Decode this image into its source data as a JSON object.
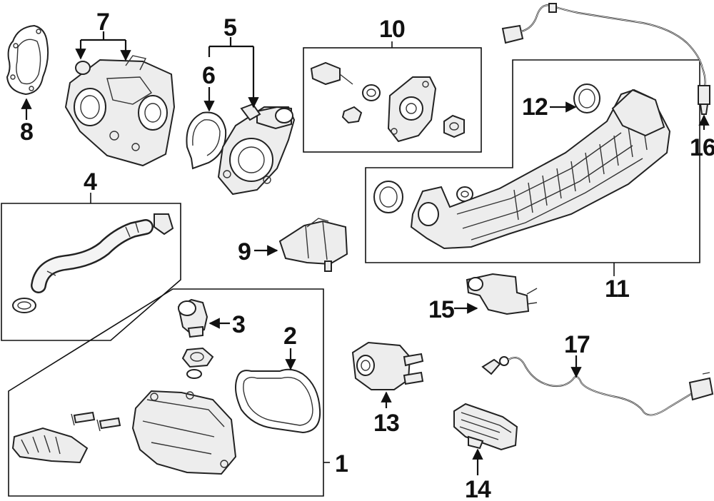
{
  "callouts": {
    "c1": "1",
    "c2": "2",
    "c3": "3",
    "c4": "4",
    "c5": "5",
    "c6": "6",
    "c7": "7",
    "c8": "8",
    "c9": "9",
    "c10": "10",
    "c11": "11",
    "c12": "12",
    "c13": "13",
    "c14": "14",
    "c15": "15",
    "c16": "16",
    "c17": "17"
  },
  "colors": {
    "ink": "#111111",
    "background": "#ffffff",
    "part_fill": "#ededed"
  }
}
